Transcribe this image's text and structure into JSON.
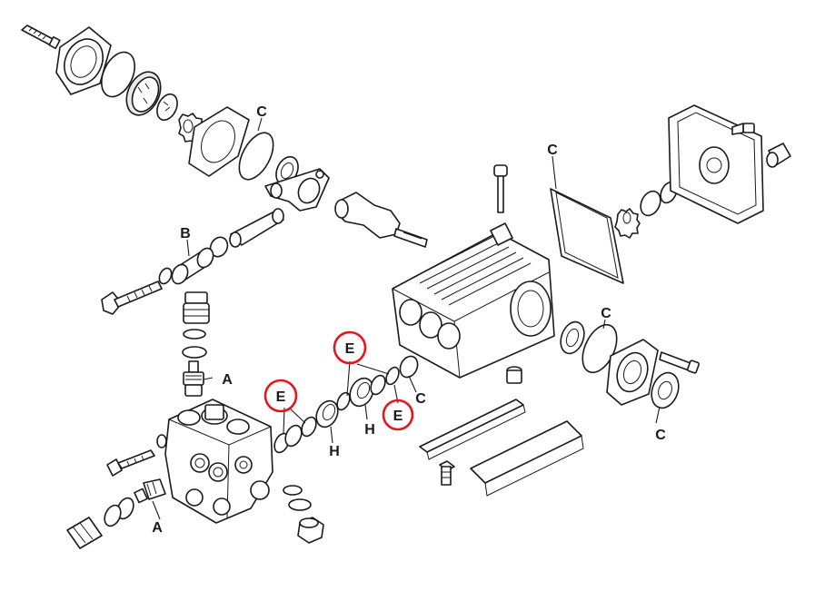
{
  "labels": {
    "a": "A",
    "b": "B",
    "c": "C",
    "e": "E",
    "h": "H"
  },
  "colors": {
    "highlight": "#e3151d",
    "line": "#1a1a1a"
  }
}
